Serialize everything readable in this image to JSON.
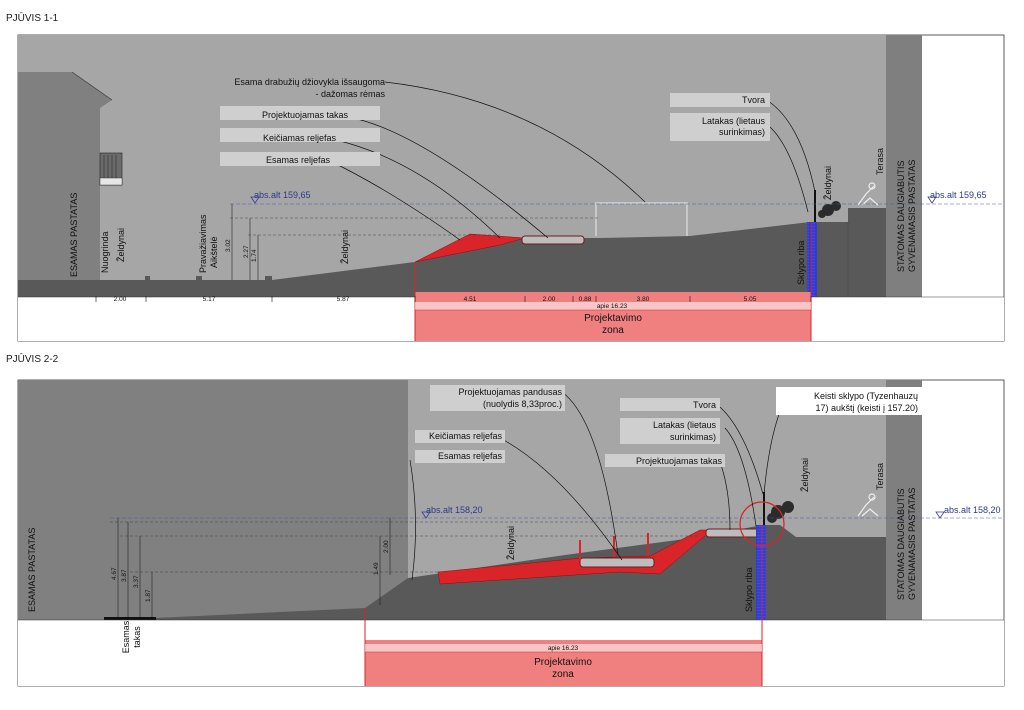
{
  "section1": {
    "title": "PJŪVIS 1-1",
    "labels": {
      "esamas_pastatas": "ESAMAS PASTATAS",
      "nuogrinda": "Nuogrinda",
      "zeldynai_1": "Želdynai",
      "pravaziavimas": "Pravažiavimas",
      "alkstele": "Aikštelė",
      "zeldynai_2": "Želdynai",
      "skypo_riba": "Sklypo riba",
      "zeldynai_3": "Želdynai",
      "terasa": "Terasa",
      "statomas": "STATOMAS DAUGIABUTIS",
      "gyvenamasis": "GYVENAMASIS PASTATAS",
      "abs_left": "abs.alt 159,65",
      "abs_right": "abs.alt 159,65",
      "projektavimo": "Projektavimo",
      "zona": "zona",
      "apie": "apie 16.23"
    },
    "callouts": {
      "dziovykla_1": "Esama drabužių džiovykla išsaugoma",
      "dziovykla_2": "-          dažomas rėmas",
      "takas": "Projektuojamas takas",
      "keiciamas": "Keičiamas reljefas",
      "esamas": "Esamas reljefas",
      "tvora": "Tvora",
      "latakas_1": "Latakas (lietaus",
      "latakas_2": "surinkimas)"
    },
    "vertical_dims": [
      "3.02",
      "2.27",
      "1.74"
    ],
    "horizontal_dims": [
      "2.00",
      "5.17",
      "5.87",
      "4.51",
      "2.00",
      "0.88",
      "3.80",
      "5.05"
    ]
  },
  "section2": {
    "title": "PJŪVIS 2-2",
    "labels": {
      "esamas_pastatas": "ESAMAS PASTATAS",
      "esamas_takas_1": "Esamas",
      "esamas_takas_2": "takas",
      "zeldynai_1": "Želdynai",
      "skypo_riba": "Sklypo riba",
      "zeldynai_2": "Želdynai",
      "terasa": "Terasa",
      "statomas": "STATOMAS DAUGIABUTIS",
      "gyvenamasis": "GYVENAMASIS PASTATAS",
      "abs_left": "abs.alt 158,20",
      "abs_right": "abs.alt 158,20",
      "projektavimo": "Projektavimo",
      "zona": "zona",
      "apie": "apie 16.23"
    },
    "callouts": {
      "pandusas_1": "Projektuojamas pandusas",
      "pandusas_2": "(nuolydis 8,33proc.)",
      "keiciamas": "Keičiamas reljefas",
      "esamas": "Esamas reljefas",
      "tvora": "Tvora",
      "latakas_1": "Latakas (lietaus",
      "latakas_2": "surinkimas)",
      "takas": "Projektuojamas takas",
      "keisti_1": "Keisti sklypo (Tyzenhauzų",
      "keisti_2": "17) aukštį (keisti į 157.20)"
    },
    "vertical_dims": [
      "4.67",
      "3.87",
      "3.37",
      "1.87",
      "1.49",
      "2.00"
    ]
  },
  "colors": {
    "ground": "#595959",
    "sky": "#a6a6a6",
    "building_dark": "#7f7f7f",
    "red": "#d9252a",
    "pink": "#f08080",
    "blue": "#1f2bd6"
  }
}
